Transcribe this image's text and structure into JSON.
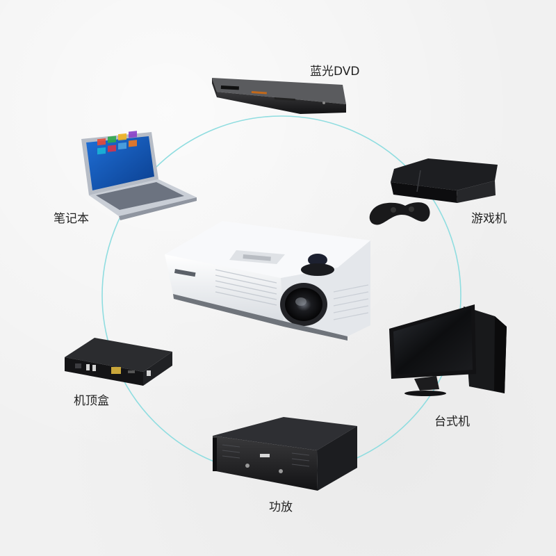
{
  "colors": {
    "background": "#f1f1f1",
    "ring": "#8fdde0",
    "text": "#222222"
  },
  "labels": {
    "bluray": "蓝光DVD",
    "laptop": "笔记本",
    "console": "游戏机",
    "settop": "机顶盒",
    "desktop": "台式机",
    "amplifier": "功放"
  },
  "devices": [
    {
      "name": "projector",
      "icon": "projector-icon"
    },
    {
      "name": "bluray",
      "icon": "bluray-player-icon"
    },
    {
      "name": "laptop",
      "icon": "laptop-icon"
    },
    {
      "name": "console",
      "icon": "game-console-icon"
    },
    {
      "name": "settop",
      "icon": "set-top-box-icon"
    },
    {
      "name": "desktop",
      "icon": "desktop-computer-icon"
    },
    {
      "name": "amplifier",
      "icon": "amplifier-icon"
    }
  ]
}
